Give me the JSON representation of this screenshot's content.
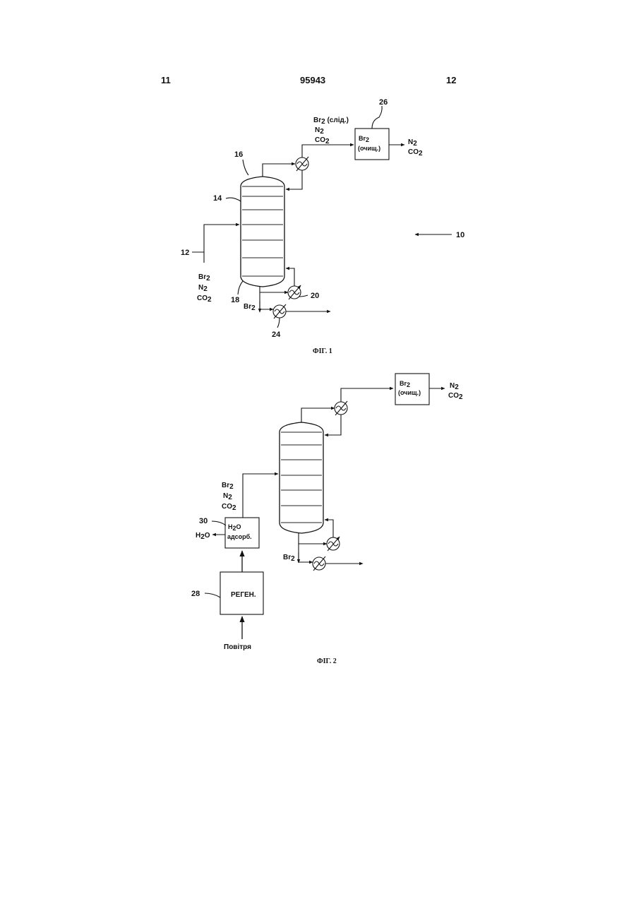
{
  "header": {
    "page_left": "11",
    "patent_number": "95943",
    "page_right": "12"
  },
  "fig1": {
    "caption": "ФІГ. 1",
    "ref_column": "14",
    "ref_top": "16",
    "ref_bottom": "18",
    "ref_feed": "12",
    "ref_reboiler": "20",
    "ref_cooler": "24",
    "ref_purifier": "26",
    "ref_system": "10",
    "top_stream": {
      "line1": "Br",
      "line1_sub": "2",
      "line1_rest": " (слід.)",
      "line2": "N",
      "line2_sub": "2",
      "line3": "CO",
      "line3_sub": "2"
    },
    "purifier_box": {
      "line1": "Br",
      "line1_sub": "2",
      "line2": "(очищ.)"
    },
    "out_stream": {
      "line1": "N",
      "line1_sub": "2",
      "line2": "CO",
      "line2_sub": "2"
    },
    "feed_stream": {
      "line1": "Br",
      "line1_sub": "2",
      "line2": "N",
      "line2_sub": "2",
      "line3": "CO",
      "line3_sub": "2"
    },
    "bottom_product": {
      "text": "Br",
      "sub": "2"
    }
  },
  "fig2": {
    "caption": "ФІГ. 2",
    "ref_adsorber": "30",
    "ref_regen": "28",
    "purifier_box": {
      "line1": "Br",
      "line1_sub": "2",
      "line2": "(очищ.)"
    },
    "out_stream": {
      "line1": "N",
      "line1_sub": "2",
      "line2": "CO",
      "line2_sub": "2"
    },
    "feed_stream": {
      "line1": "Br",
      "line1_sub": "2",
      "line2": "N",
      "line2_sub": "2",
      "line3": "CO",
      "line3_sub": "2"
    },
    "adsorber_box": {
      "line1": "H",
      "line1_sub": "2",
      "line1_rest": "O",
      "line2": "адсорб."
    },
    "water_out": {
      "text": "H",
      "sub": "2",
      "rest": "O"
    },
    "regen_box": "РЕГЕН.",
    "air_in": "Повітря",
    "bottom_product": {
      "text": "Br",
      "sub": "2"
    }
  }
}
